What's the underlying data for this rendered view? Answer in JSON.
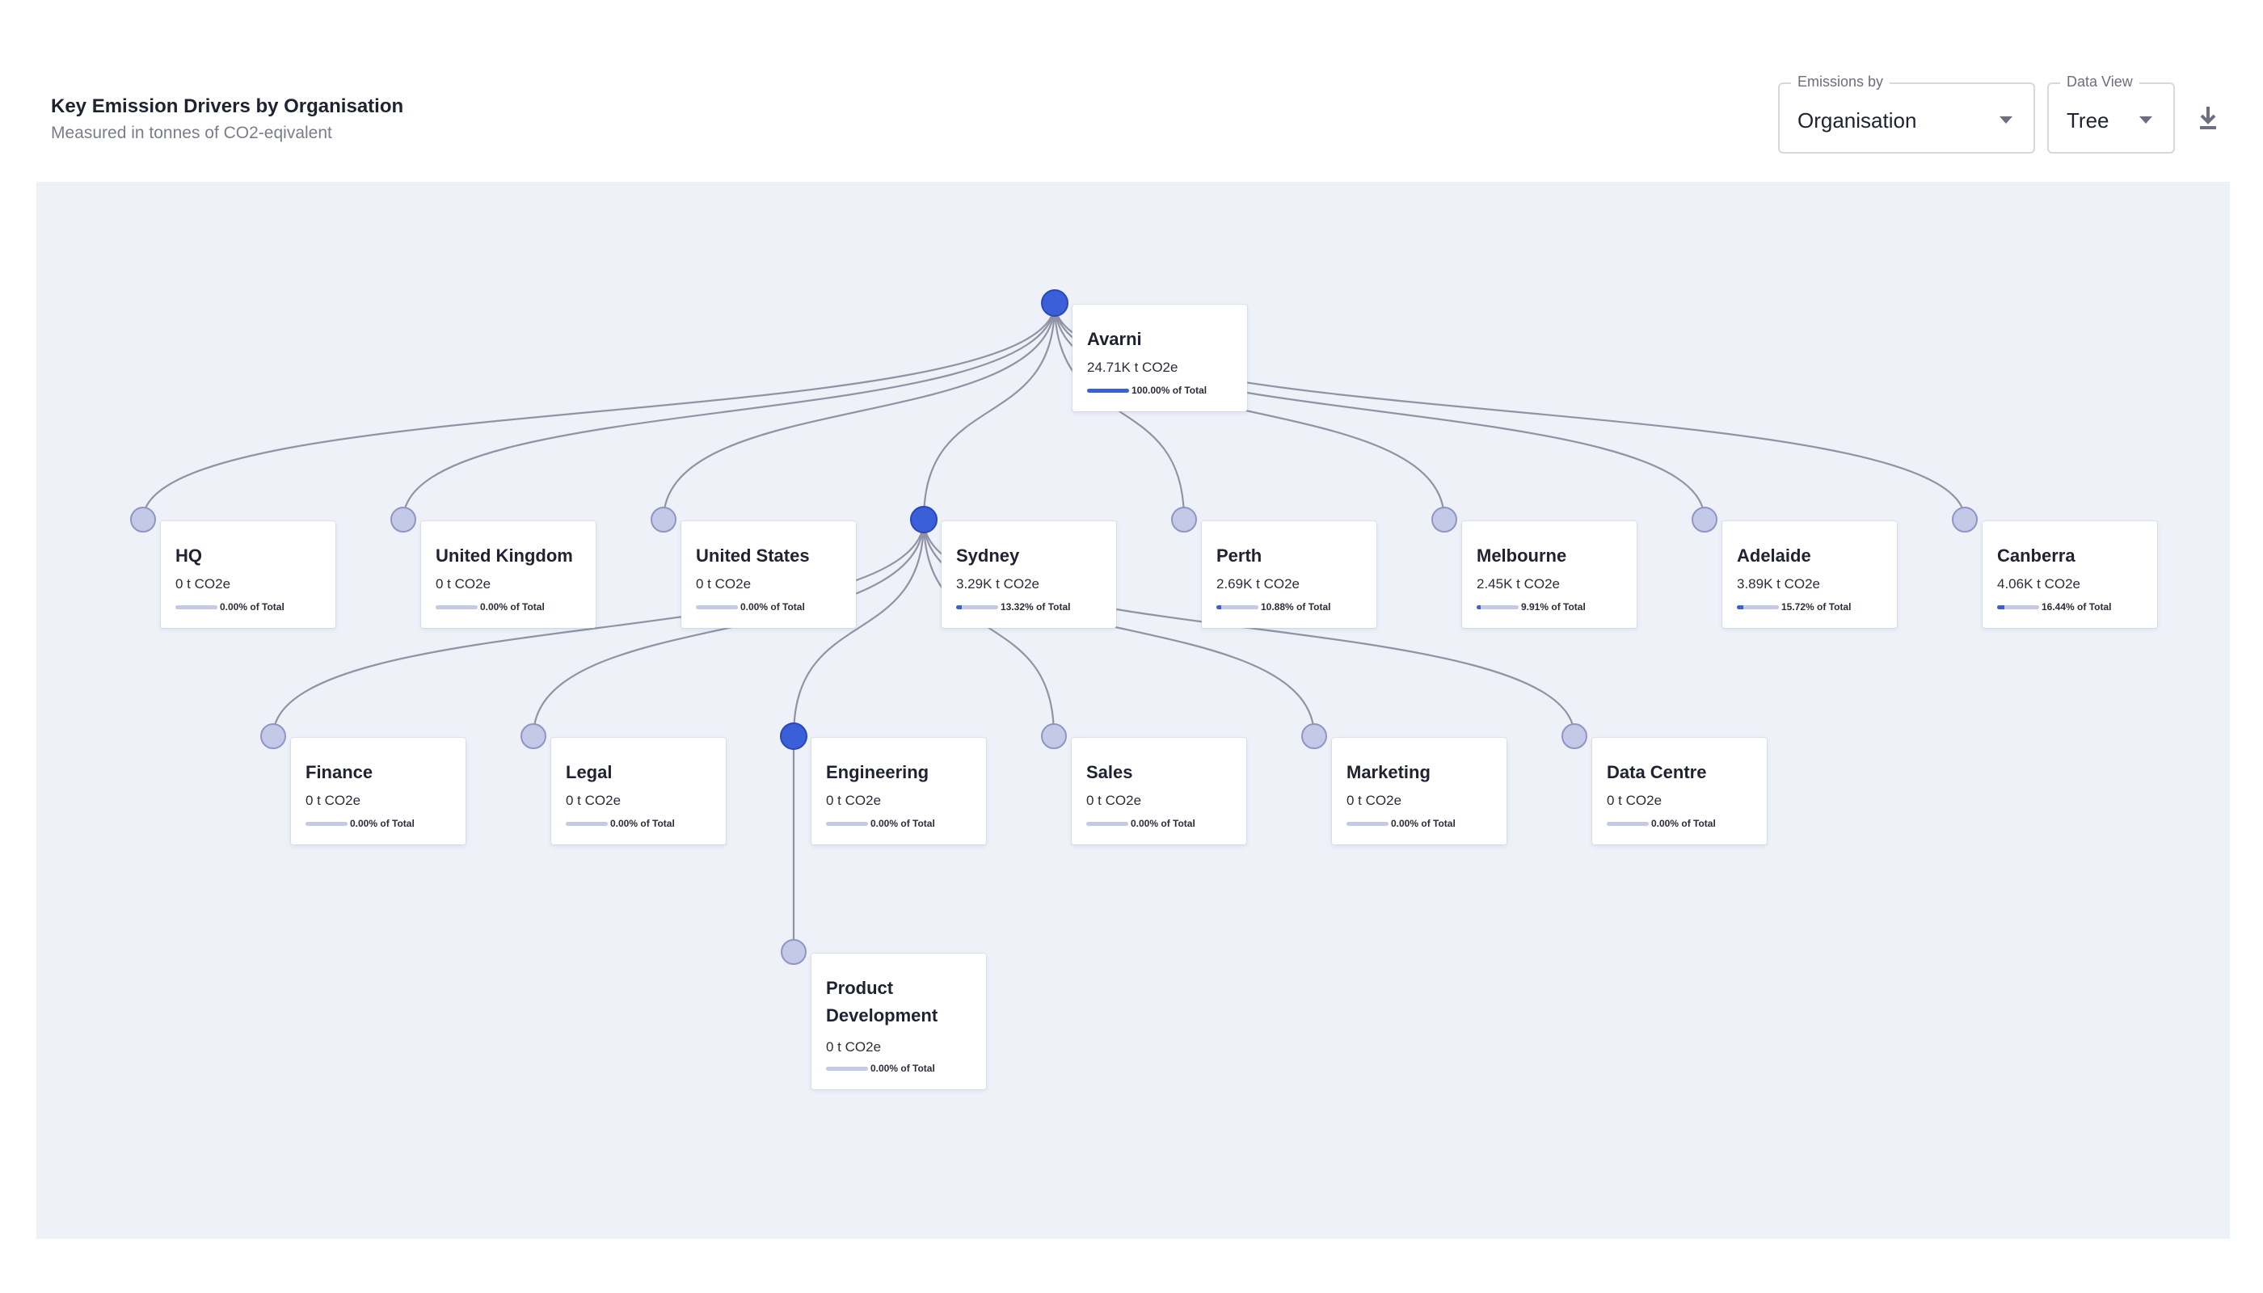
{
  "header": {
    "title": "Key Emission Drivers by Organisation",
    "subtitle": "Measured in tonnes of CO2-eqivalent"
  },
  "controls": {
    "emissions_by": {
      "label": "Emissions by",
      "value": "Organisation"
    },
    "data_view": {
      "label": "Data View",
      "value": "Tree"
    },
    "download_icon": "download-icon"
  },
  "colors": {
    "node_active": "#3b5fd9",
    "node_inactive": "#c4c9e8",
    "link": "#8f93a3",
    "canvas": "#eff1f9"
  },
  "tree": {
    "nodes": [
      {
        "id": "avarni",
        "name": "Avarni",
        "value": "24.71K t CO2e",
        "pct": "100.00% of Total",
        "share": 1.0,
        "parent": null,
        "active": true
      },
      {
        "id": "hq",
        "name": "HQ",
        "value": "0 t CO2e",
        "pct": "0.00% of Total",
        "share": 0.0,
        "parent": "avarni",
        "active": false
      },
      {
        "id": "uk",
        "name": "United Kingdom",
        "value": "0 t CO2e",
        "pct": "0.00% of Total",
        "share": 0.0,
        "parent": "avarni",
        "active": false
      },
      {
        "id": "us",
        "name": "United States",
        "value": "0 t CO2e",
        "pct": "0.00% of Total",
        "share": 0.0,
        "parent": "avarni",
        "active": false
      },
      {
        "id": "sydney",
        "name": "Sydney",
        "value": "3.29K t CO2e",
        "pct": "13.32% of Total",
        "share": 0.1332,
        "parent": "avarni",
        "active": true
      },
      {
        "id": "perth",
        "name": "Perth",
        "value": "2.69K t CO2e",
        "pct": "10.88% of Total",
        "share": 0.1088,
        "parent": "avarni",
        "active": false
      },
      {
        "id": "melbourne",
        "name": "Melbourne",
        "value": "2.45K t CO2e",
        "pct": "9.91% of Total",
        "share": 0.0991,
        "parent": "avarni",
        "active": false
      },
      {
        "id": "adelaide",
        "name": "Adelaide",
        "value": "3.89K t CO2e",
        "pct": "15.72% of Total",
        "share": 0.1572,
        "parent": "avarni",
        "active": false
      },
      {
        "id": "canberra",
        "name": "Canberra",
        "value": "4.06K t CO2e",
        "pct": "16.44% of Total",
        "share": 0.1644,
        "parent": "avarni",
        "active": false
      },
      {
        "id": "finance",
        "name": "Finance",
        "value": "0 t CO2e",
        "pct": "0.00% of Total",
        "share": 0.0,
        "parent": "sydney",
        "active": false
      },
      {
        "id": "legal",
        "name": "Legal",
        "value": "0 t CO2e",
        "pct": "0.00% of Total",
        "share": 0.0,
        "parent": "sydney",
        "active": false
      },
      {
        "id": "engineering",
        "name": "Engineering",
        "value": "0 t CO2e",
        "pct": "0.00% of Total",
        "share": 0.0,
        "parent": "sydney",
        "active": true
      },
      {
        "id": "sales",
        "name": "Sales",
        "value": "0 t CO2e",
        "pct": "0.00% of Total",
        "share": 0.0,
        "parent": "sydney",
        "active": false
      },
      {
        "id": "marketing",
        "name": "Marketing",
        "value": "0 t CO2e",
        "pct": "0.00% of Total",
        "share": 0.0,
        "parent": "sydney",
        "active": false
      },
      {
        "id": "datacentre",
        "name": "Data Centre",
        "value": "0 t CO2e",
        "pct": "0.00% of Total",
        "share": 0.0,
        "parent": "sydney",
        "active": false
      },
      {
        "id": "productdev",
        "name": "Product Development",
        "value": "0 t CO2e",
        "pct": "0.00% of Total",
        "share": 0.0,
        "parent": "engineering",
        "active": false
      }
    ]
  }
}
